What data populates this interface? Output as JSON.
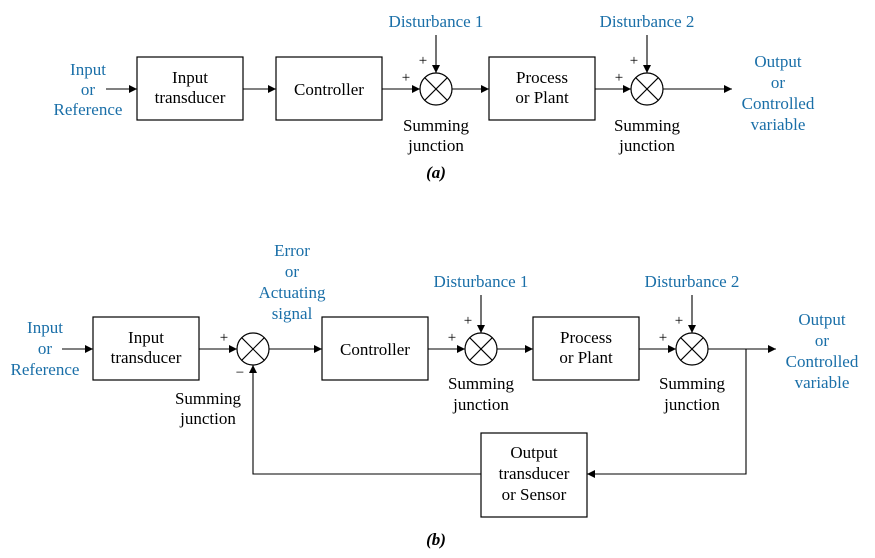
{
  "part_a": {
    "caption": "(a)",
    "input_label": [
      "Input",
      "or",
      "Reference"
    ],
    "output_label": [
      "Output",
      "or",
      "Controlled",
      "variable"
    ],
    "blocks": {
      "input_transducer": [
        "Input",
        "transducer"
      ],
      "controller": [
        "Controller"
      ],
      "process": [
        "Process",
        "or Plant"
      ]
    },
    "disturbance_1": "Disturbance 1",
    "disturbance_2": "Disturbance 2",
    "summing_junction_1": [
      "Summing",
      "junction"
    ],
    "summing_junction_2": [
      "Summing",
      "junction"
    ],
    "plus": "+"
  },
  "part_b": {
    "caption": "(b)",
    "input_label": [
      "Input",
      "or",
      "Reference"
    ],
    "output_label": [
      "Output",
      "or",
      "Controlled",
      "variable"
    ],
    "error_label": [
      "Error",
      "or",
      "Actuating",
      "signal"
    ],
    "blocks": {
      "input_transducer": [
        "Input",
        "transducer"
      ],
      "controller": [
        "Controller"
      ],
      "process": [
        "Process",
        "or Plant"
      ],
      "output_transducer": [
        "Output",
        "transducer",
        "or Sensor"
      ]
    },
    "disturbance_1": "Disturbance 1",
    "disturbance_2": "Disturbance 2",
    "summing_junction_0": [
      "Summing",
      "junction"
    ],
    "summing_junction_1": [
      "Summing",
      "junction"
    ],
    "summing_junction_2": [
      "Summing",
      "junction"
    ],
    "plus": "+",
    "minus": "−"
  }
}
